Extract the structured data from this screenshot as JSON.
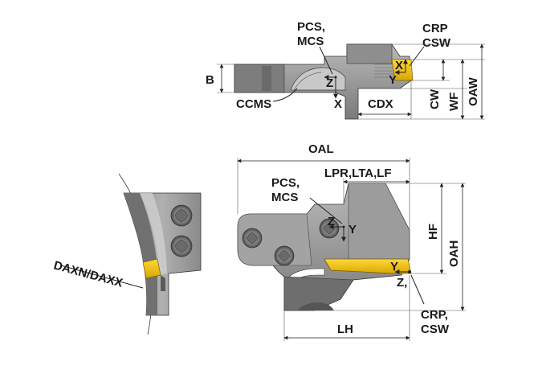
{
  "colors": {
    "body_light": "#a7a7a7",
    "body_mid": "#8a8a8a",
    "body_dark": "#5c5c5c",
    "insert": "#f4c20d",
    "insert_dark": "#c49a00",
    "line": "#1a1a1a"
  },
  "top_view": {
    "pcs_mcs_line1": "PCS,",
    "pcs_mcs_line2": "MCS",
    "crp_csw_line1": "CRP",
    "crp_csw_line2": "CSW",
    "b": "B",
    "ccms": "CCMS",
    "z": "Z",
    "x_lower": "X",
    "x_upper": "X",
    "y": "Y",
    "cdx": "CDX",
    "cw": "CW",
    "wf": "WF",
    "oaw": "OAW"
  },
  "side_view": {
    "oal": "OAL",
    "lpr_lta_lf": "LPR,LTA,LF",
    "pcs_mcs_line1": "PCS,",
    "pcs_mcs_line2": "MCS",
    "z": "Z",
    "y_upper": "Y",
    "y_lower": "Y",
    "z_lower": "Z,",
    "hf": "HF",
    "oah": "OAH",
    "lh": "LH",
    "crp_csw_line1": "CRP,",
    "crp_csw_line2": "CSW"
  },
  "detail_view": {
    "daxn_daxx": "DAXN/DAXX"
  }
}
